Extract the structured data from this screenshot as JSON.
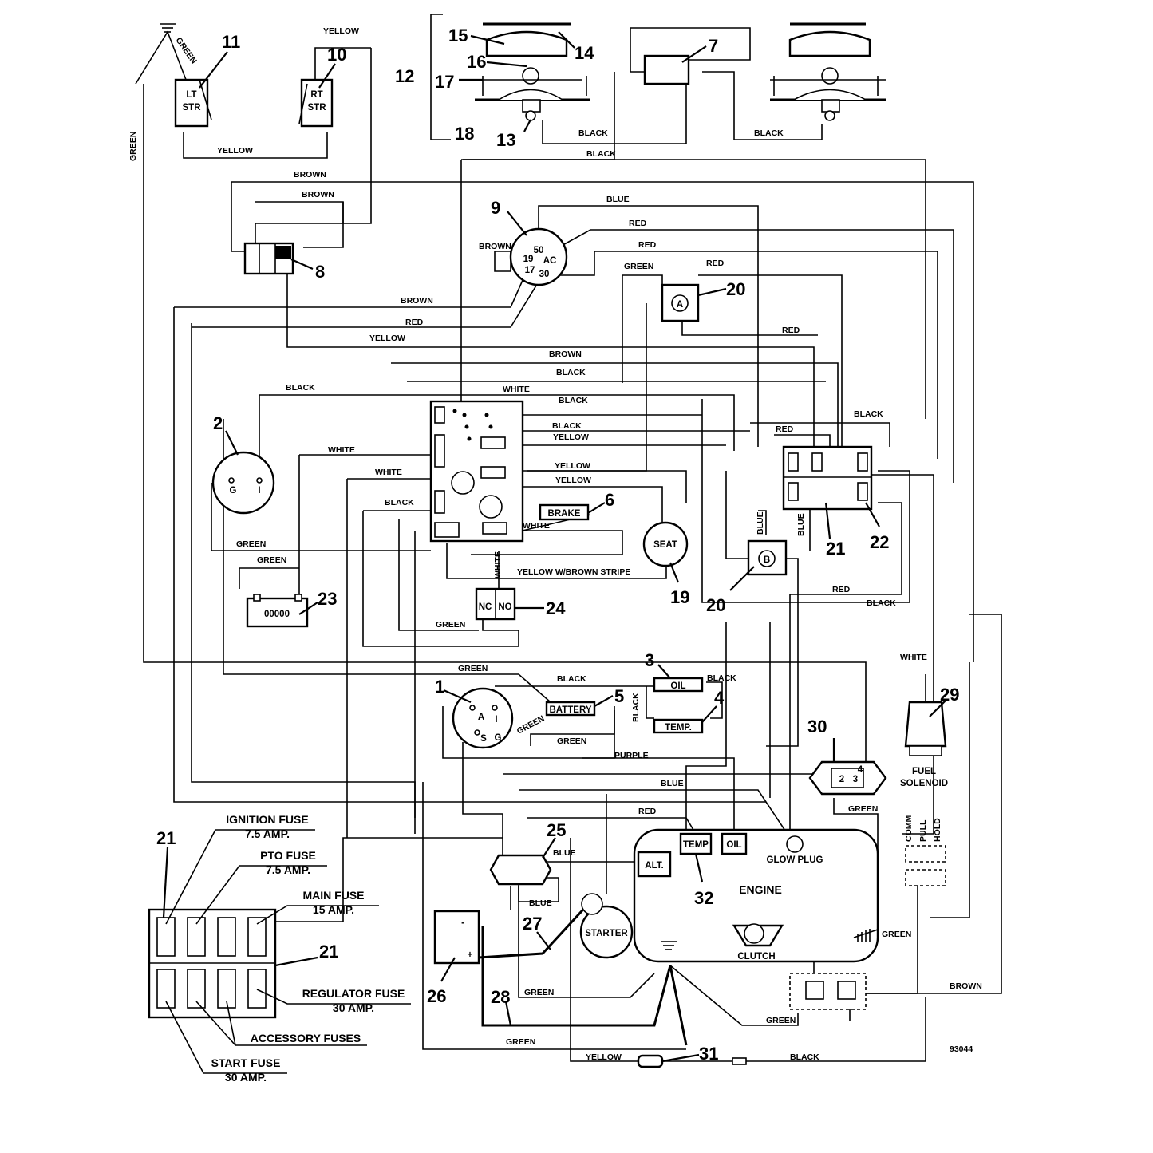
{
  "diagram_number": "93044",
  "callouts": {
    "c1": "1",
    "c2": "2",
    "c3": "3",
    "c4": "4",
    "c5": "5",
    "c6": "6",
    "c7": "7",
    "c8": "8",
    "c9": "9",
    "c10": "10",
    "c11": "11",
    "c12": "12",
    "c13": "13",
    "c14": "14",
    "c15": "15",
    "c16": "16",
    "c17": "17",
    "c18": "18",
    "c19": "19",
    "c20a": "20",
    "c20b": "20",
    "c21a": "21",
    "c21b": "21",
    "c21c": "21",
    "c22": "22",
    "c23": "23",
    "c24": "24",
    "c25": "25",
    "c26": "26",
    "c27": "27",
    "c28": "28",
    "c29": "29",
    "c30": "30",
    "c31": "31",
    "c32": "32"
  },
  "wire_labels": {
    "yellow_top": "YELLOW",
    "green_top": "GREEN",
    "green_left": "GREEN",
    "yellow_str": "YELLOW",
    "black_lamp1": "BLACK",
    "black_lamp2": "BLACK",
    "black_mid": "BLACK",
    "brown1": "BROWN",
    "brown2": "BROWN",
    "blue_top": "BLUE",
    "red1": "RED",
    "red2": "RED",
    "brown_key": "BROWN",
    "green_relay": "GREEN",
    "red_relay": "RED",
    "brown3": "BROWN",
    "red3": "RED",
    "yellow3": "YELLOW",
    "red4": "RED",
    "brown4": "BROWN",
    "black4": "BLACK",
    "black5": "BLACK",
    "white1": "WHITE",
    "black6": "BLACK",
    "black7": "BLACK",
    "yellow4": "YELLOW",
    "white2": "WHITE",
    "white3": "WHITE",
    "yellow5": "YELLOW",
    "yellow6": "YELLOW",
    "black8": "BLACK",
    "white4": "WHITE",
    "red5": "RED",
    "black9": "BLACK",
    "green4": "GREEN",
    "green5": "GREEN",
    "yellow_brown": "YELLOW W/BROWN STRIPE",
    "white5": "WHITE",
    "green6": "GREEN",
    "blue2": "BLUE",
    "blue3": "BLUE",
    "red6": "RED",
    "black10": "BLACK",
    "white6": "WHITE",
    "green7": "GREEN",
    "black11": "BLACK",
    "black12": "BLACK",
    "black13": "BLACK",
    "green8": "GREEN",
    "green9": "GREEN",
    "purple": "PURPLE",
    "blue4": "BLUE",
    "red7": "RED",
    "green10": "GREEN",
    "blue5": "BLUE",
    "blue6": "BLUE",
    "green11": "GREEN",
    "green12": "GREEN",
    "green13": "GREEN",
    "brown5": "BROWN",
    "green14": "GREEN",
    "yellow7": "YELLOW",
    "black14": "BLACK"
  },
  "component_labels": {
    "lt_str_1": "LT",
    "lt_str_2": "STR",
    "rt_str_1": "RT",
    "rt_str_2": "STR",
    "key_50": "50",
    "key_19": "19",
    "key_ac": "AC",
    "key_17": "17",
    "key_30": "30",
    "relay_a": "A",
    "relay_b": "B",
    "seat": "SEAT",
    "brake": "BRAKE",
    "oil_switch": "OIL",
    "temp_switch": "TEMP.",
    "battery_label": "BATTERY",
    "nc": "NC",
    "no": "NO",
    "alt": "ALT.",
    "temp_engine": "TEMP",
    "oil_engine": "OIL",
    "glow_plug": "GLOW PLUG",
    "engine": "ENGINE",
    "starter": "STARTER",
    "clutch": "CLUTCH",
    "fuel_solenoid_1": "FUEL",
    "fuel_solenoid_2": "SOLENOID",
    "comm": "COMM",
    "pull": "PULL",
    "hold": "HOLD",
    "sw_a": "A",
    "sw_i": "I",
    "sw_s": "S",
    "sw_g": "G",
    "lights_g": "G",
    "lights_i": "I",
    "reg_2": "2",
    "reg_3": "3",
    "reg_4": "4",
    "bat_minus": "-",
    "bat_plus": "+",
    "hourmeter": "00000"
  },
  "fuse_legend": {
    "ignition": "IGNITION FUSE",
    "ignition_amp": "7.5 AMP.",
    "pto": "PTO FUSE",
    "pto_amp": "7.5 AMP.",
    "main": "MAIN FUSE",
    "main_amp": "15 AMP.",
    "regulator": "REGULATOR FUSE",
    "regulator_amp": "30 AMP.",
    "accessory": "ACCESSORY FUSES",
    "start": "START FUSE",
    "start_amp": "30 AMP."
  }
}
